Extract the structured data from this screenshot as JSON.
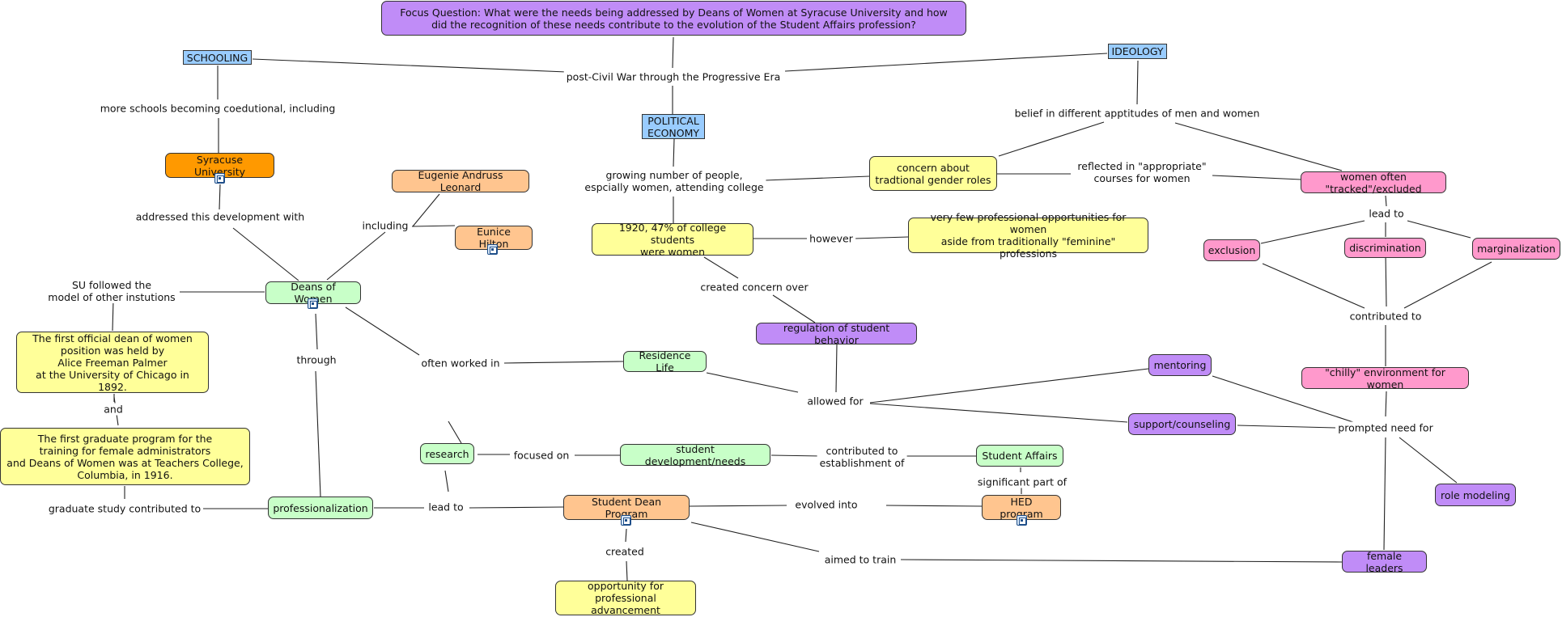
{
  "colors": {
    "purple": "#c08cf7",
    "blue": "#99ccff",
    "orange": "#ff9900",
    "peach": "#ffc58f",
    "yellow": "#ffff99",
    "green": "#c8ffc8",
    "pink": "#ff99cc",
    "resource_icon": "resource-document-icon"
  },
  "nodes": {
    "focus_question": "Focus Question: What were the needs being addressed by Deans of Women at Syracuse University and how\ndid the recognition of these needs contribute to the evolution of the Student Affairs profession?",
    "schooling": "SCHOOLING",
    "ideology": "IDEOLOGY",
    "political_economy": "POLITICAL\nECONOMY",
    "syracuse_university": "Syracuse University",
    "eugenie": "Eugenie Andruss Leonard",
    "eunice": "Eunice Hilton",
    "concern_gender": "concern about\ntradtional gender roles",
    "women_tracked": "women often \"tracked\"/excluded",
    "stat_1920": "1920, 47% of college students\nwere women",
    "few_opportunities": "very few professional opportunities for women\naside from traditionally \"feminine\" professions",
    "exclusion": "exclusion",
    "discrimination": "discrimination",
    "marginalization": "marginalization",
    "deans_of_women": "Deans of Women",
    "first_dean": "The first official dean of women\nposition was held by\nAlice Freeman Palmer\nat the University of Chicago in 1892.",
    "first_grad": "The first graduate program for the\ntraining for female administrators\nand Deans of Women was at Teachers College,\nColumbia, in 1916.",
    "regulation": "regulation of student behavior",
    "residence_life": "Residence Life",
    "mentoring": "mentoring",
    "chilly": "\"chilly\" environment for women",
    "support": "support/counseling",
    "research": "research",
    "student_dev": "student development/needs",
    "student_affairs": "Student Affairs",
    "role_modeling": "role modeling",
    "professionalization": "professionalization",
    "student_dean": "Student Dean Program",
    "hed": "HED program",
    "opportunity": "opportunity for\nprofessional advancement",
    "female_leaders": "female leaders"
  },
  "labels": {
    "post_civil_war": "post-Civil War through the Progressive Era",
    "more_schools": "more schools becoming coedutional, including",
    "belief": "belief in different apptitudes of men and women",
    "growing_number": "growing number of people,\nespcially women, attending college",
    "reflected": "reflected in \"appropriate\"\ncourses for women",
    "addressed": "addressed this development with",
    "including": "including",
    "however": "however",
    "lead_to_right": "lead to",
    "su_followed": "SU followed the\nmodel of other instutions",
    "created_concern": "created concern over",
    "contributed_to": "contributed to",
    "through": "through",
    "often_worked": "often worked in",
    "and": "and",
    "allowed_for": "allowed for",
    "prompted": "prompted need for",
    "focused_on": "focused on",
    "contributed_establishment": "contributed to\nestablishment of",
    "significant_part": "significant part of",
    "graduate_study": "graduate study contributed to",
    "lead_to_left": "lead to",
    "evolved_into": "evolved into",
    "created": "created",
    "aimed_to_train": "aimed to train"
  }
}
